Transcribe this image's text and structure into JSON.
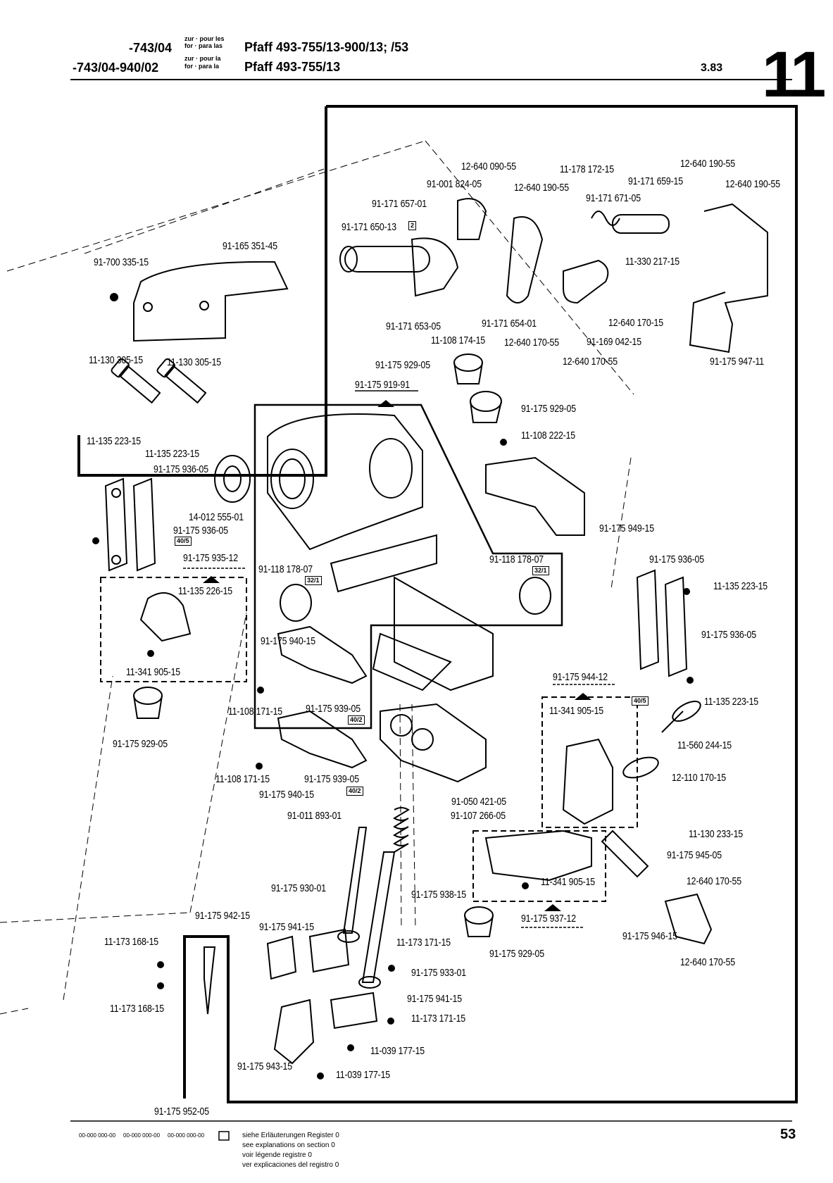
{
  "header": {
    "row1": {
      "code": "-743/04",
      "prep_line1": "zur · pour les",
      "prep_line2": "for · para las",
      "model": "Pfaff 493-755/13-900/13; /53"
    },
    "row2": {
      "code": "-743/04-940/02",
      "prep_line1": "zur · pour la",
      "prep_line2": "for · para la",
      "model": "Pfaff 493-755/13"
    },
    "date": "3.83",
    "section_number": "11"
  },
  "parts": [
    {
      "id": "p1",
      "text": "12-640 090-55"
    },
    {
      "id": "p2",
      "text": "11-178 172-15"
    },
    {
      "id": "p3",
      "text": "12-640 190-55"
    },
    {
      "id": "p4",
      "text": "91-001 824-05"
    },
    {
      "id": "p5",
      "text": "12-640 190-55"
    },
    {
      "id": "p6",
      "text": "91-171 659-15"
    },
    {
      "id": "p7",
      "text": "12-640 190-55"
    },
    {
      "id": "p8",
      "text": "91-171 671-05"
    },
    {
      "id": "p9",
      "text": "91-171 657-01"
    },
    {
      "id": "p10",
      "text": "91-171 650-13"
    },
    {
      "id": "p11",
      "text": "91-165 351-45"
    },
    {
      "id": "p12",
      "text": "91-700 335-15"
    },
    {
      "id": "p13",
      "text": "11-330 217-15"
    },
    {
      "id": "p14",
      "text": "12-640 170-15"
    },
    {
      "id": "p15",
      "text": "91-171 653-05"
    },
    {
      "id": "p16",
      "text": "91-171 654-01"
    },
    {
      "id": "p17",
      "text": "11-108 174-15"
    },
    {
      "id": "p18",
      "text": "12-640 170-55"
    },
    {
      "id": "p19",
      "text": "91-169 042-15"
    },
    {
      "id": "p20",
      "text": "12-640 170-55"
    },
    {
      "id": "p21",
      "text": "91-175 947-11"
    },
    {
      "id": "p22",
      "text": "11-130 305-15"
    },
    {
      "id": "p23",
      "text": "11-130 305-15"
    },
    {
      "id": "p24",
      "text": "91-175 929-05"
    },
    {
      "id": "p25",
      "text": "91-175 919-91"
    },
    {
      "id": "p26",
      "text": "91-175 929-05"
    },
    {
      "id": "p27",
      "text": "11-108 222-15"
    },
    {
      "id": "p28",
      "text": "11-135 223-15"
    },
    {
      "id": "p29",
      "text": "11-135 223-15"
    },
    {
      "id": "p30",
      "text": "91-175 936-05"
    },
    {
      "id": "p31",
      "text": "14-012 555-01"
    },
    {
      "id": "p32",
      "text": "91-175 936-05"
    },
    {
      "id": "p33",
      "text": "91-175 949-15"
    },
    {
      "id": "p34",
      "text": "91-175 935-12"
    },
    {
      "id": "p35",
      "text": "91-118 178-07"
    },
    {
      "id": "p36",
      "text": "91-118 178-07"
    },
    {
      "id": "p37",
      "text": "91-175 936-05"
    },
    {
      "id": "p38",
      "text": "11-135 223-15"
    },
    {
      "id": "p39",
      "text": "11-135 226-15"
    },
    {
      "id": "p40",
      "text": "91-175 936-05"
    },
    {
      "id": "p41",
      "text": "91-175 940-15"
    },
    {
      "id": "p42",
      "text": "11-341 905-15"
    },
    {
      "id": "p43",
      "text": "91-175 944-12"
    },
    {
      "id": "p44",
      "text": "11-135 223-15"
    },
    {
      "id": "p45",
      "text": "11-108 171-15"
    },
    {
      "id": "p46",
      "text": "91-175 939-05"
    },
    {
      "id": "p47",
      "text": "11-341 905-15"
    },
    {
      "id": "p48",
      "text": "91-175 929-05"
    },
    {
      "id": "p49",
      "text": "11-560 244-15"
    },
    {
      "id": "p50",
      "text": "11-108 171-15"
    },
    {
      "id": "p51",
      "text": "91-175 939-05"
    },
    {
      "id": "p52",
      "text": "12-110 170-15"
    },
    {
      "id": "p53",
      "text": "91-175 940-15"
    },
    {
      "id": "p54",
      "text": "91-050 421-05"
    },
    {
      "id": "p55",
      "text": "91-011 893-01"
    },
    {
      "id": "p56",
      "text": "91-107 266-05"
    },
    {
      "id": "p57",
      "text": "11-130 233-15"
    },
    {
      "id": "p58",
      "text": "91-175 945-05"
    },
    {
      "id": "p59",
      "text": "11-341 905-15"
    },
    {
      "id": "p60",
      "text": "12-640 170-55"
    },
    {
      "id": "p61",
      "text": "91-175 930-01"
    },
    {
      "id": "p62",
      "text": "91-175 938-15"
    },
    {
      "id": "p63",
      "text": "91-175 942-15"
    },
    {
      "id": "p64",
      "text": "91-175 937-12"
    },
    {
      "id": "p65",
      "text": "91-175 941-15"
    },
    {
      "id": "p66",
      "text": "91-175 946-15"
    },
    {
      "id": "p67",
      "text": "11-173 168-15"
    },
    {
      "id": "p68",
      "text": "11-173 171-15"
    },
    {
      "id": "p69",
      "text": "91-175 929-05"
    },
    {
      "id": "p70",
      "text": "12-640 170-55"
    },
    {
      "id": "p71",
      "text": "91-175 933-01"
    },
    {
      "id": "p72",
      "text": "11-173 168-15"
    },
    {
      "id": "p73",
      "text": "91-175 941-15"
    },
    {
      "id": "p74",
      "text": "11-173 171-15"
    },
    {
      "id": "p75",
      "text": "11-039 177-15"
    },
    {
      "id": "p76",
      "text": "91-175 943-15"
    },
    {
      "id": "p77",
      "text": "11-039 177-15"
    },
    {
      "id": "p78",
      "text": "91-175 952-05"
    }
  ],
  "tags": [
    {
      "id": "t1",
      "text": "2"
    },
    {
      "id": "t2",
      "text": "40/5"
    },
    {
      "id": "t3",
      "text": "32/1"
    },
    {
      "id": "t4",
      "text": "32/1"
    },
    {
      "id": "t5",
      "text": "40/5"
    },
    {
      "id": "t6",
      "text": "40/2"
    },
    {
      "id": "t7",
      "text": "40/2"
    }
  ],
  "footer": {
    "codes": [
      "00-000 000-00",
      "00-000 000-00",
      "00-000 000-00"
    ],
    "note_lines": [
      "siehe Erläuterungen Register 0",
      "see explanations on section 0",
      "voir légende registre 0",
      "ver explicaciones del registro 0"
    ],
    "page_number": "53"
  }
}
